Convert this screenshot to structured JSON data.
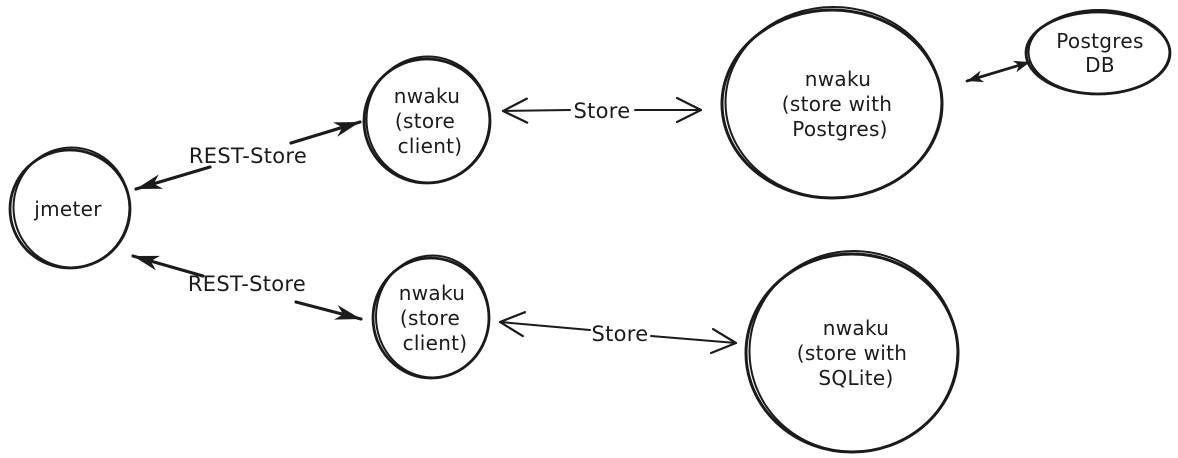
{
  "diagram": {
    "background_color": "#ffffff",
    "ink_color": "#1b1b1b",
    "nodes": [
      {
        "name": "jmeter",
        "lines": [
          "jmeter"
        ]
      },
      {
        "name": "nwaku-store-client-top",
        "lines": [
          "nwaku",
          "(store",
          "client)"
        ]
      },
      {
        "name": "nwaku-store-postgres",
        "lines": [
          "nwaku",
          "(store with",
          "Postgres)"
        ]
      },
      {
        "name": "postgres-db",
        "lines": [
          "Postgres",
          "DB"
        ]
      },
      {
        "name": "nwaku-store-client-bottom",
        "lines": [
          "nwaku",
          "(store",
          "client)"
        ]
      },
      {
        "name": "nwaku-store-sqlite",
        "lines": [
          "nwaku",
          "(store with",
          "SQLite)"
        ]
      }
    ],
    "edges": [
      {
        "name": "rest-store-top",
        "label": "REST-Store",
        "style": "double-arrow-filled"
      },
      {
        "name": "store-top",
        "label": "Store",
        "style": "double-arrow-open"
      },
      {
        "name": "postgres-db-link",
        "label": "",
        "style": "double-arrow-filled"
      },
      {
        "name": "rest-store-bottom",
        "label": "REST-Store",
        "style": "double-arrow-filled"
      },
      {
        "name": "store-bottom",
        "label": "Store",
        "style": "double-arrow-open"
      }
    ]
  }
}
